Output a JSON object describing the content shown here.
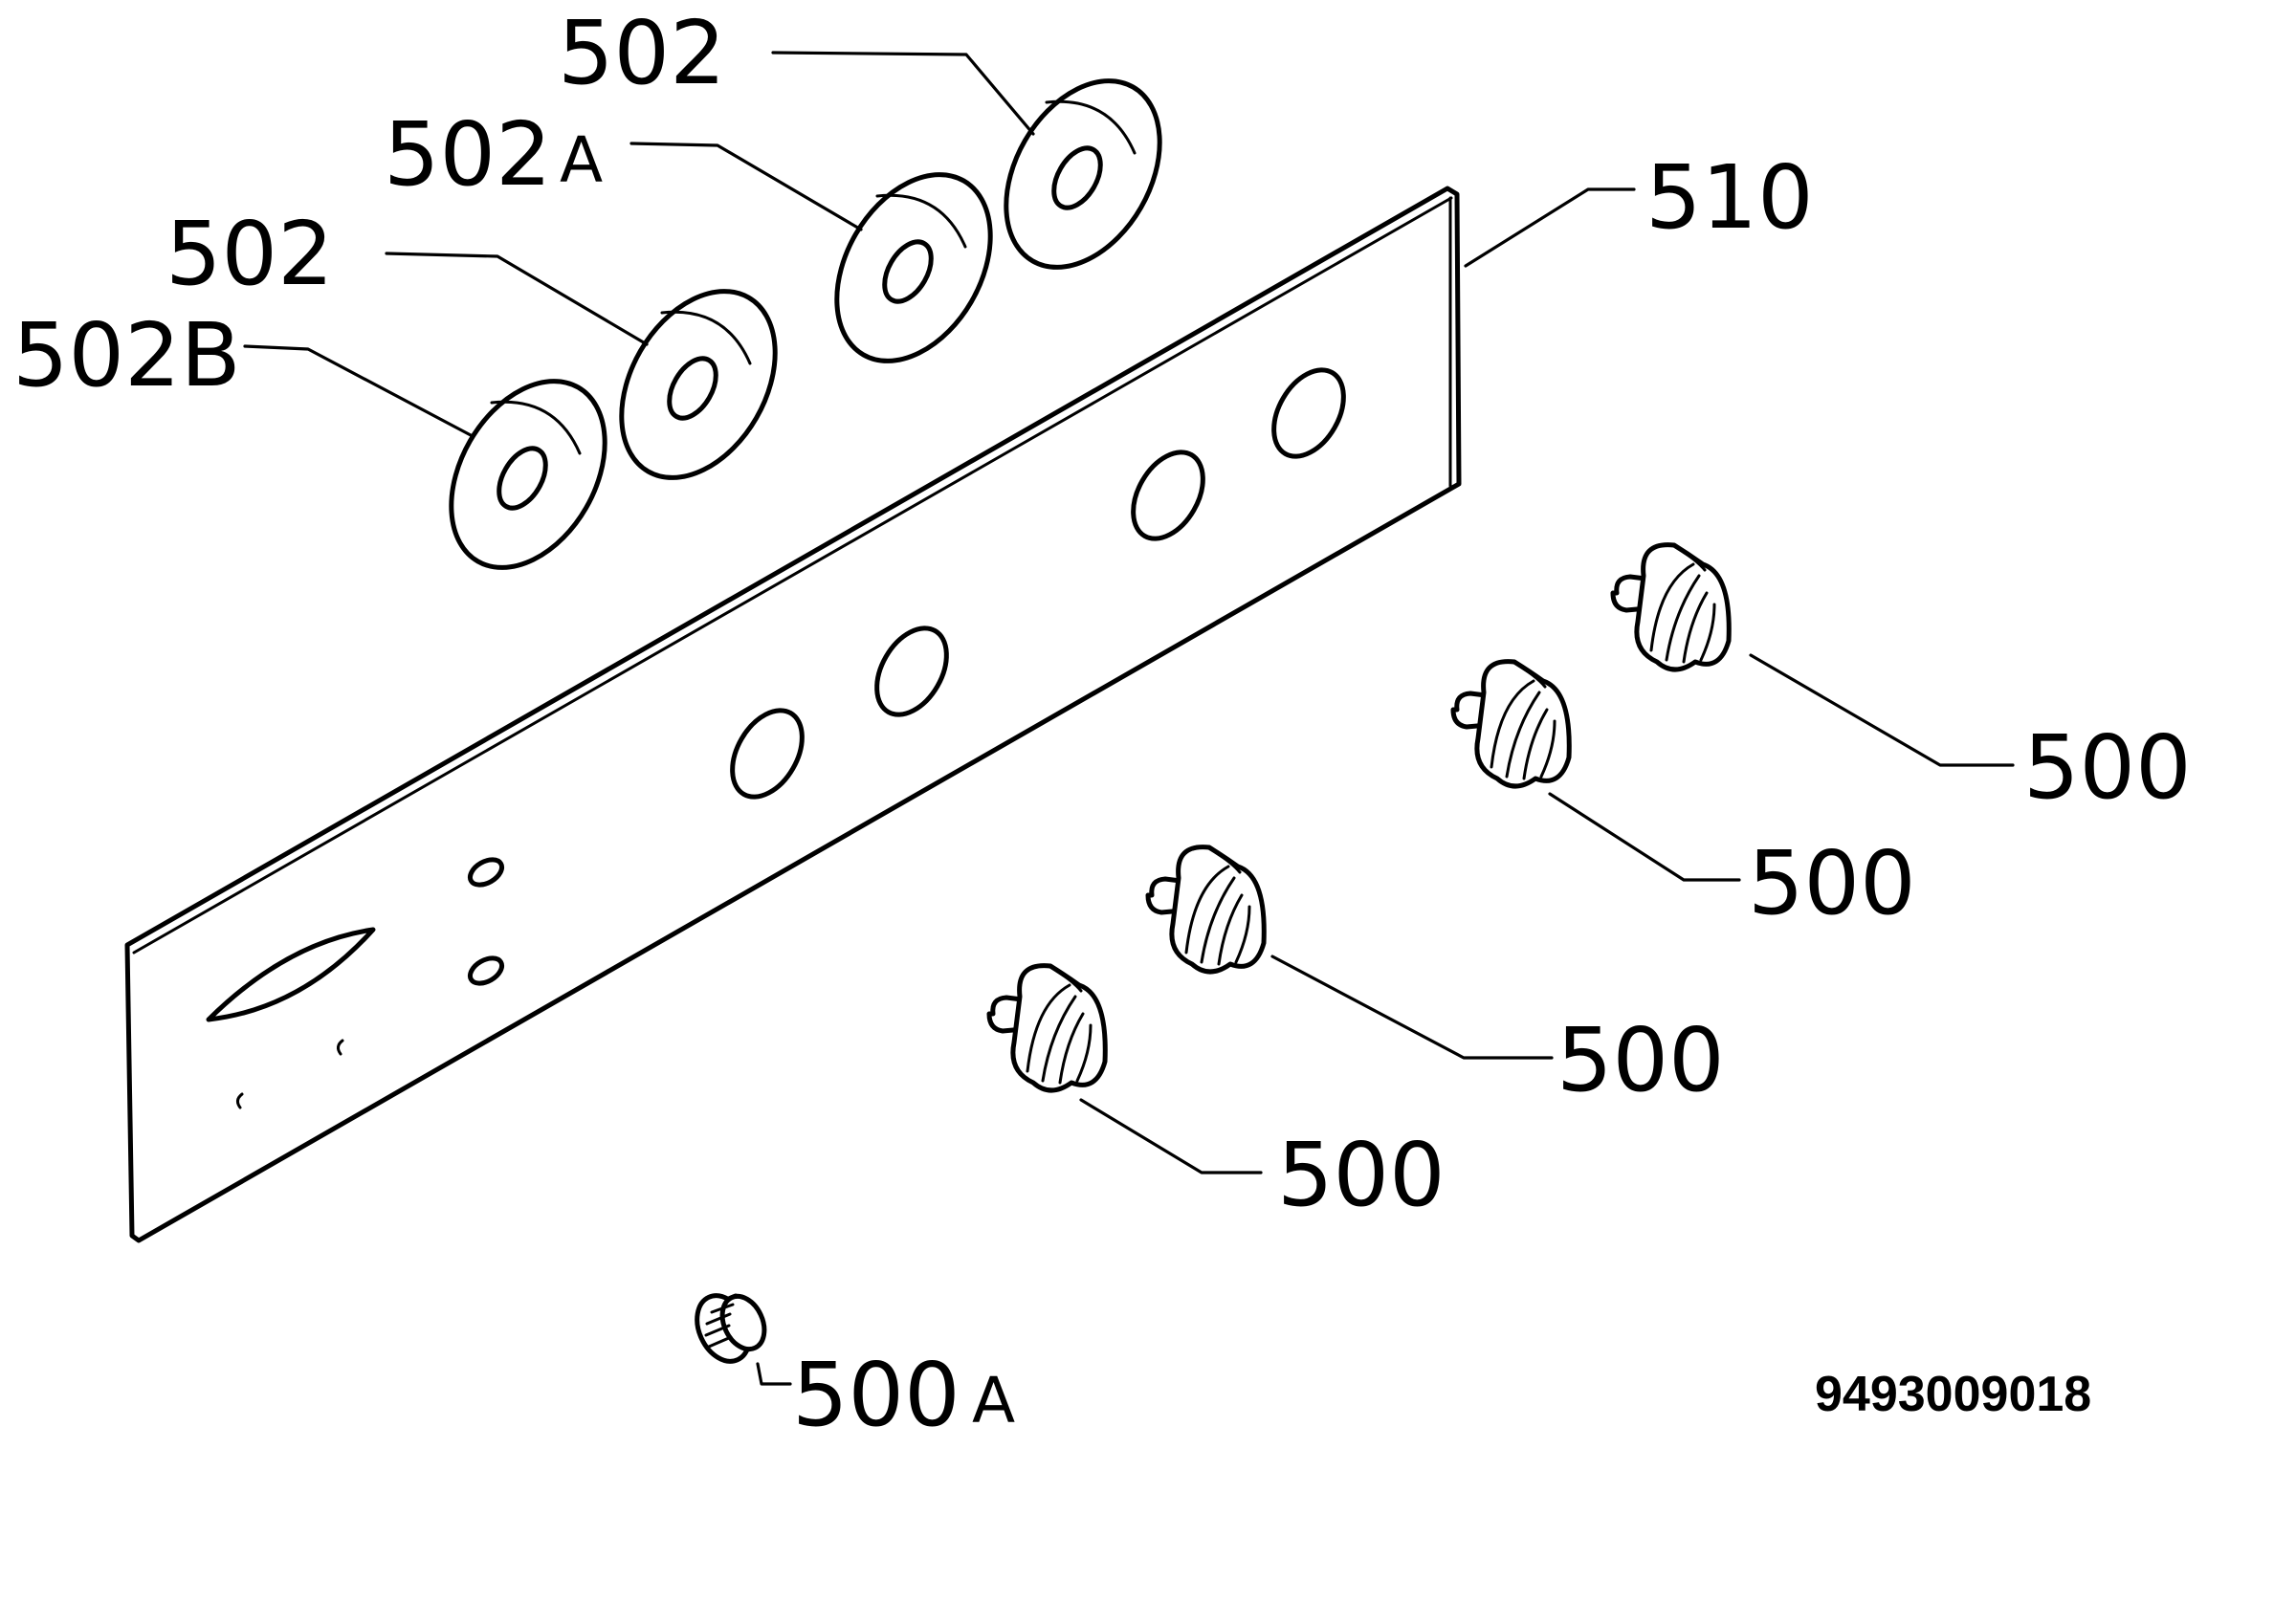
{
  "labels": {
    "washer_top_right": "502",
    "washer_a_number": "502",
    "washer_a_suffix": "A",
    "washer_mid": "502",
    "washer_b": "502B",
    "panel": "510",
    "knob_1": "500",
    "knob_2": "500",
    "knob_3": "500",
    "knob_4": "500",
    "small_knob_number": "500",
    "small_knob_suffix": "A"
  },
  "drawing_code": "9493009018",
  "colors": {
    "ink": "#000000",
    "paper": "#ffffff"
  }
}
